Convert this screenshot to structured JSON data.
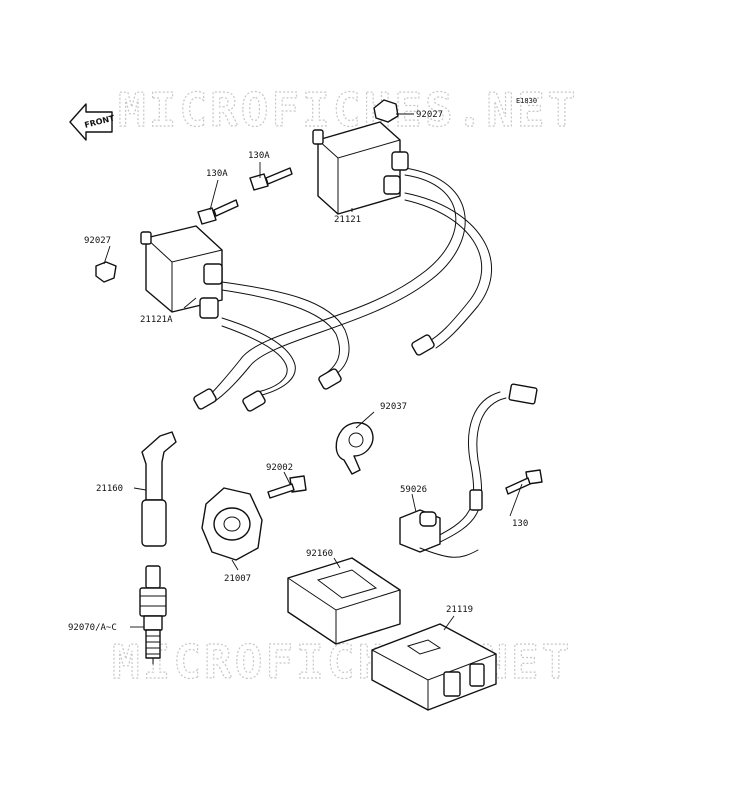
{
  "watermark": {
    "top": "MICROFICHES.NET",
    "bottom": "MICROFICHES.NET"
  },
  "figure_ref": "E1830",
  "front_arrow": "FRONT",
  "parts": {
    "p92027_top": "92027",
    "p130A_right": "130A",
    "p130A_left": "130A",
    "p92027_left": "92027",
    "p21121": "21121",
    "p21121A": "21121A",
    "p92037": "92037",
    "p92002": "92002",
    "p21160": "21160",
    "p59026": "59026",
    "p130": "130",
    "p92160": "92160",
    "p21007": "21007",
    "p21119": "21119",
    "p92070": "92070/A~C"
  }
}
